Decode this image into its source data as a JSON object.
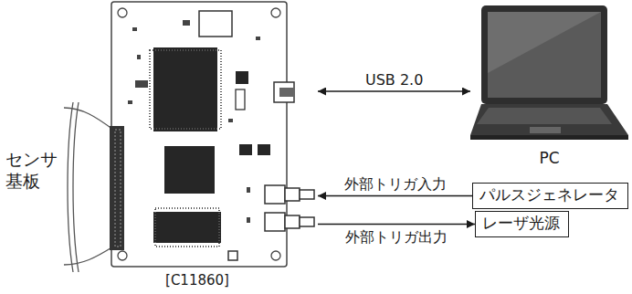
{
  "diagram": {
    "nodes": [
      {
        "text": [
          "[C11860]"
        ]
      },
      {
        "text": [
          "PC"
        ]
      },
      {
        "text": [
          "パルスジェネレータ"
        ]
      },
      {
        "text": [
          "レーザ光源"
        ]
      }
    ],
    "edges": [
      {
        "from": 0,
        "to": 1,
        "label": "USB 2.0",
        "arrow": "both"
      },
      {
        "from": 2,
        "to": 0,
        "label": "外部トリガ入力",
        "arrow": "to"
      },
      {
        "from": 0,
        "to": 3,
        "label": "外部トリガ出力",
        "arrow": "to"
      }
    ],
    "labels": [
      "センサ 基板"
    ]
  }
}
